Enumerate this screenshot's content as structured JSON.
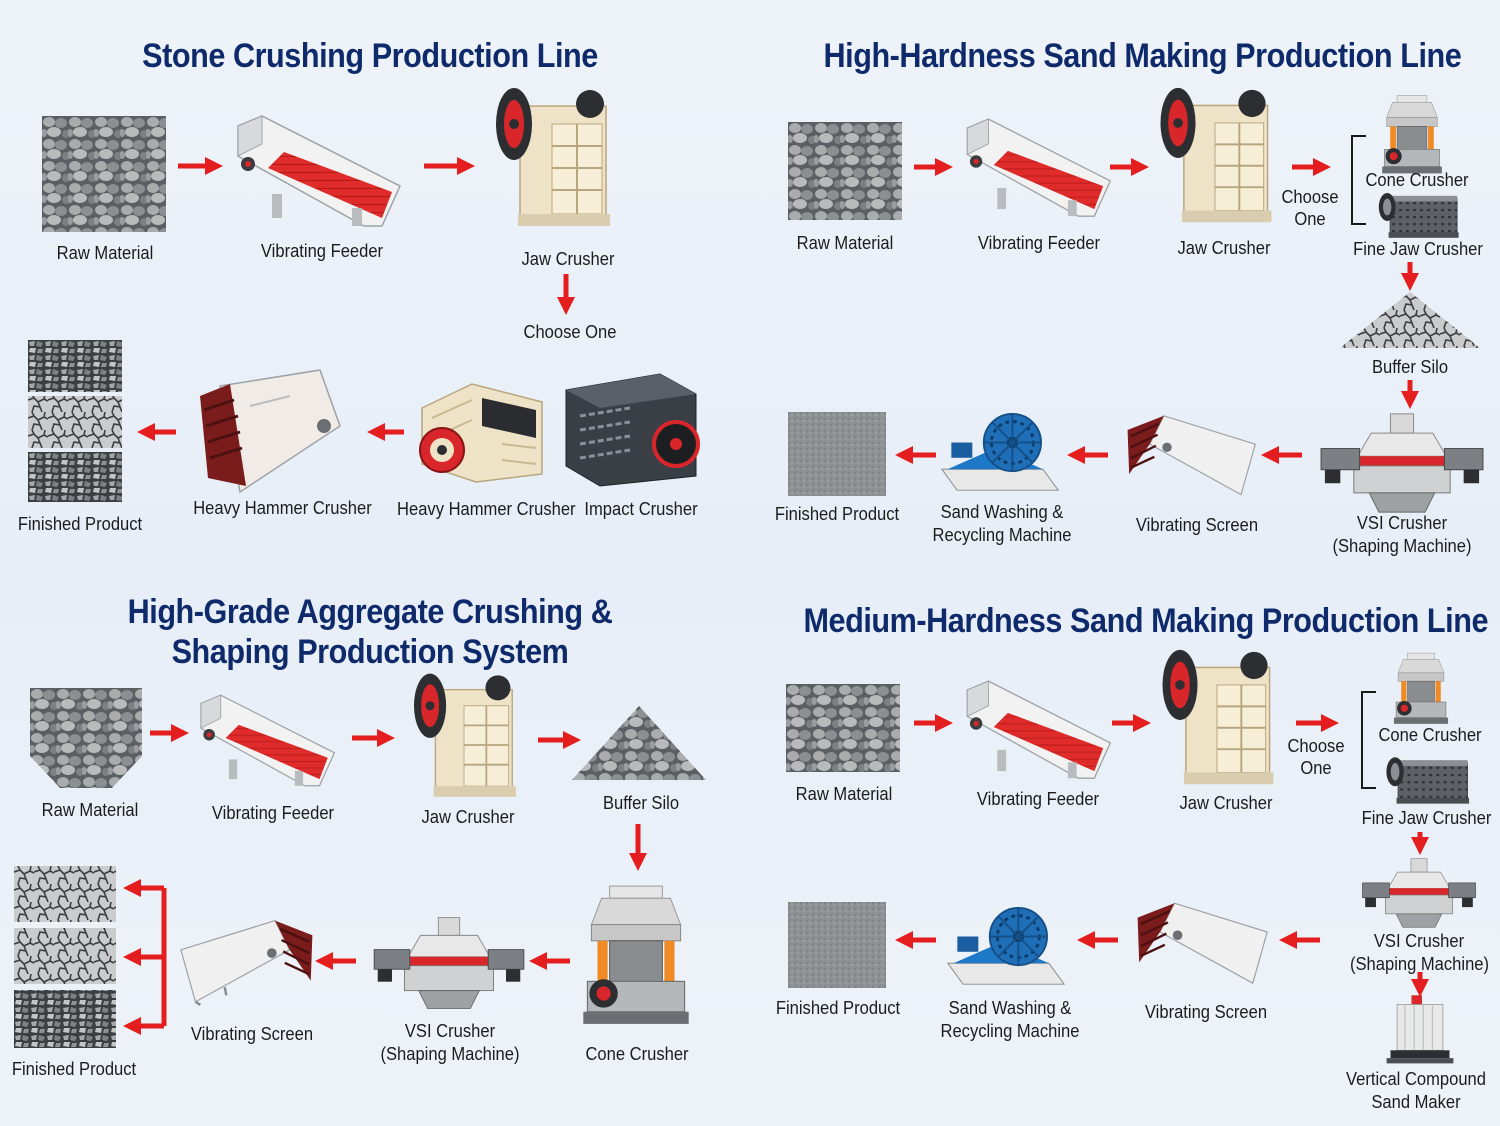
{
  "colors": {
    "title": "#0f2a6b",
    "arrow": "#e41e1e",
    "machine_red": "#d9262a",
    "machine_cream": "#efe3c7",
    "machine_grey": "#6b6f74"
  },
  "panels": {
    "stone": {
      "title": "Stone Crushing Production Line",
      "raw_material": "Raw Material",
      "vibrating_feeder": "Vibrating Feeder",
      "jaw_crusher": "Jaw Crusher",
      "choose_one": "Choose One",
      "impact_crusher": "Impact Crusher",
      "heavy_hammer_crusher_a": "Heavy Hammer Crusher",
      "heavy_hammer_crusher_b": "Heavy Hammer Crusher",
      "finished_product": "Finished Product"
    },
    "high_hardness": {
      "title": "High-Hardness Sand Making Production Line",
      "raw_material": "Raw Material",
      "vibrating_feeder": "Vibrating Feeder",
      "jaw_crusher": "Jaw Crusher",
      "choose_one_1": "Choose",
      "choose_one_2": "One",
      "cone_crusher": "Cone Crusher",
      "fine_jaw_crusher": "Fine Jaw Crusher",
      "buffer_silo": "Buffer Silo",
      "vsi_crusher_1": "VSI Crusher",
      "vsi_crusher_2": "(Shaping Machine)",
      "vibrating_screen": "Vibrating Screen",
      "sand_washing_1": "Sand Washing &",
      "sand_washing_2": "Recycling Machine",
      "finished_product": "Finished Product"
    },
    "aggregate": {
      "title_line1": "High-Grade Aggregate Crushing &",
      "title_line2": "Shaping Production System",
      "raw_material": "Raw Material",
      "vibrating_feeder": "Vibrating Feeder",
      "jaw_crusher": "Jaw Crusher",
      "buffer_silo": "Buffer Silo",
      "cone_crusher": "Cone Crusher",
      "vsi_crusher_1": "VSI Crusher",
      "vsi_crusher_2": "(Shaping Machine)",
      "vibrating_screen": "Vibrating Screen",
      "finished_product": "Finished Product"
    },
    "medium_hardness": {
      "title": "Medium-Hardness Sand Making Production Line",
      "raw_material": "Raw Material",
      "vibrating_feeder": "Vibrating Feeder",
      "jaw_crusher": "Jaw Crusher",
      "choose_one_1": "Choose",
      "choose_one_2": "One",
      "cone_crusher": "Cone Crusher",
      "fine_jaw_crusher": "Fine Jaw Crusher",
      "vsi_crusher_1": "VSI Crusher",
      "vsi_crusher_2": "(Shaping Machine)",
      "vertical_sand_maker_1": "Vertical Compound",
      "vertical_sand_maker_2": "Sand Maker",
      "vibrating_screen": "Vibrating Screen",
      "sand_washing_1": "Sand Washing &",
      "sand_washing_2": "Recycling Machine",
      "finished_product": "Finished Product"
    }
  }
}
